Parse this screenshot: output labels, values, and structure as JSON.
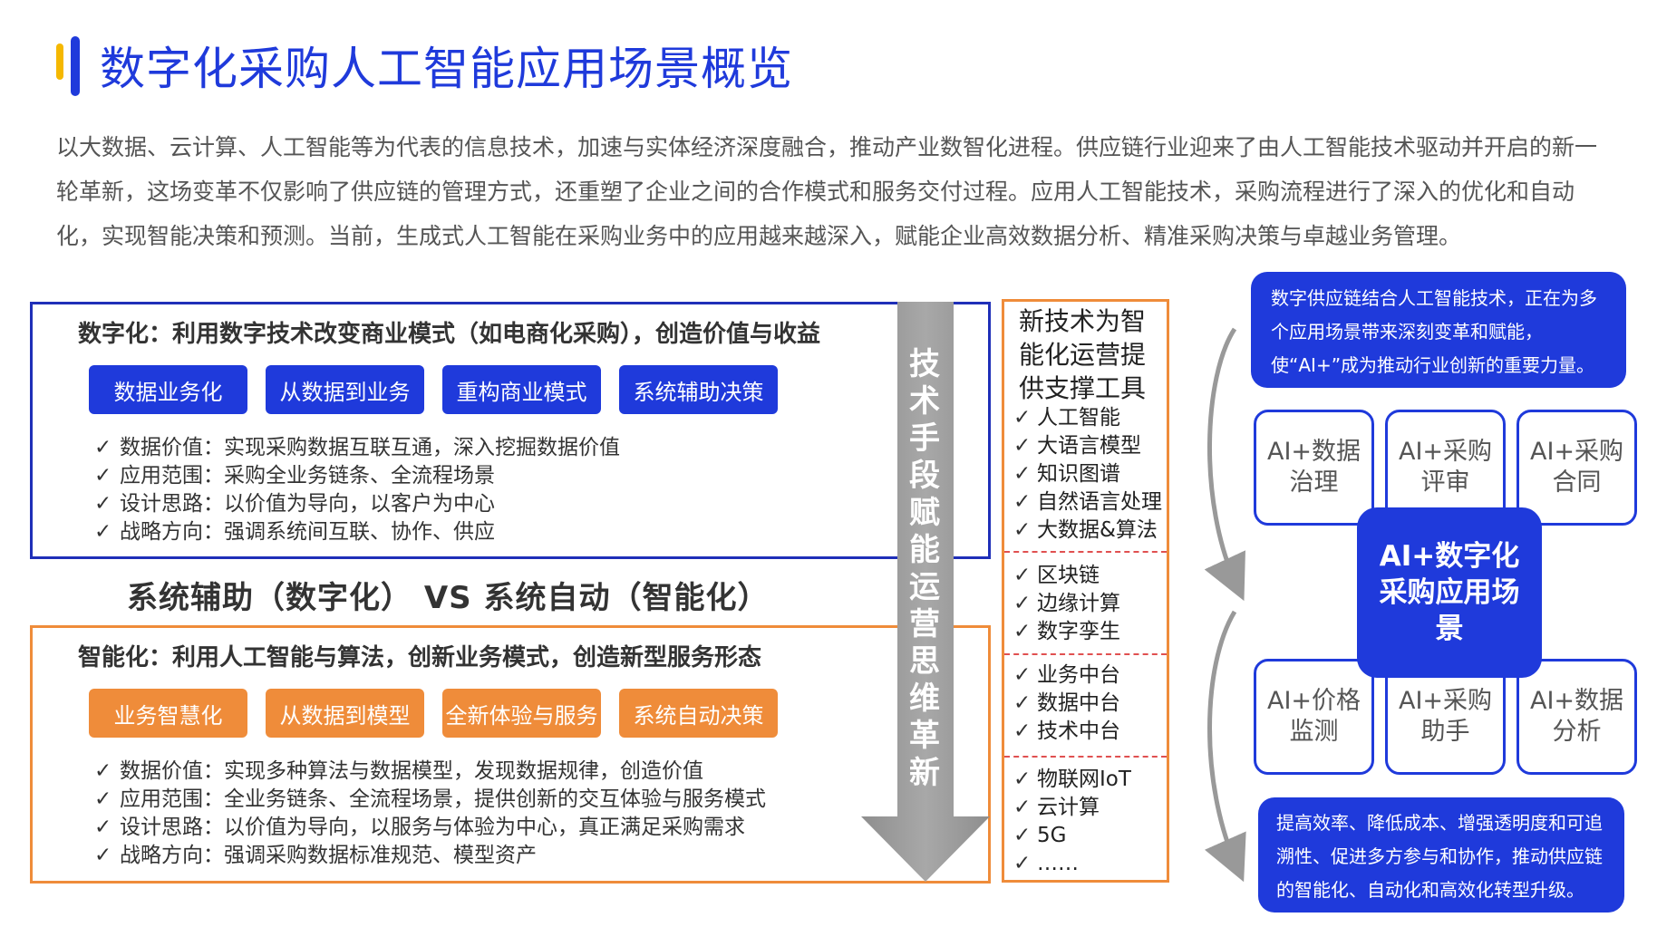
{
  "title": "数字化采购人工智能应用场景概览",
  "intro": "以大数据、云计算、人工智能等为代表的信息技术，加速与实体经济深度融合，推动产业数智化进程。供应链行业迎来了由人工智能技术驱动并开启的新一轮革新，这场变革不仅影响了供应链的管理方式，还重塑了企业之间的合作模式和服务交付过程。应用人工智能技术，采购流程进行了深入的优化和自动化，实现智能决策和预测。当前，生成式人工智能在采购业务中的应用越来越深入，赋能企业高效数据分析、精准采购决策与卓越业务管理。",
  "digital": {
    "heading": "数字化：利用数字技术改变商业模式（如电商化采购），创造价值与收益",
    "pills": [
      "数据业务化",
      "从数据到业务",
      "重构商业模式",
      "系统辅助决策"
    ],
    "items": [
      "数据价值：实现采购数据互联互通，深入挖掘数据价值",
      "应用范围：采购全业务链条、全流程场景",
      "设计思路：以价值为导向，以客户为中心",
      "战略方向：强调系统间互联、协作、供应"
    ]
  },
  "vs_label": "系统辅助（数字化） VS 系统自动（智能化）",
  "intelligent": {
    "heading": "智能化：利用人工智能与算法，创新业务模式，创造新型服务形态",
    "pills": [
      "业务智慧化",
      "从数据到模型",
      "全新体验与服务",
      "系统自动决策"
    ],
    "items": [
      "数据价值：实现多种算法与数据模型，发现数据规律，创造价值",
      "应用范围：全业务链条、全流程场景，提供创新的交互体验与服务模式",
      "设计思路：以价值为导向，以服务与体验为中心，真正满足采购需求",
      "战略方向：强调采购数据标准规范、模型资产"
    ]
  },
  "arrow_text": [
    "技",
    "术",
    "手",
    "段",
    "赋",
    "能",
    "运",
    "营",
    "思",
    "维",
    "革",
    "新"
  ],
  "tools": {
    "title": "新技术为智能化运营提供支撑工具",
    "groups": [
      [
        "人工智能",
        "大语言模型",
        "知识图谱",
        "自然语言处理",
        "大数据&算法"
      ],
      [
        "区块链",
        "边缘计算",
        "数字孪生"
      ],
      [
        "业务中台",
        "数据中台",
        "技术中台"
      ],
      [
        "物联网IoT",
        "云计算",
        "5G",
        "……"
      ]
    ]
  },
  "check_mark": "✓",
  "right": {
    "callout_top": "数字供应链结合人工智能技术，正在为多个应用场景带来深刻变革和赋能，使“AI+”成为推动行业创新的重要力量。",
    "center": "AI+数字化采购应用场景",
    "tiles_top": [
      "AI+数据治理",
      "AI+采购评审",
      "AI+采购合同"
    ],
    "tiles_bottom": [
      "AI+价格监测",
      "AI+采购助手",
      "AI+数据分析"
    ],
    "callout_bottom": "提高效率、降低成本、增强透明度和可追溯性、促进多方参与和协作，推动供应链的智能化、自动化和高效化转型升级。"
  },
  "colors": {
    "primary_blue": "#1f3adb",
    "orange": "#ef8c3a",
    "accent_yellow": "#f5b800",
    "arrow_gray": "#9a9a9a"
  }
}
